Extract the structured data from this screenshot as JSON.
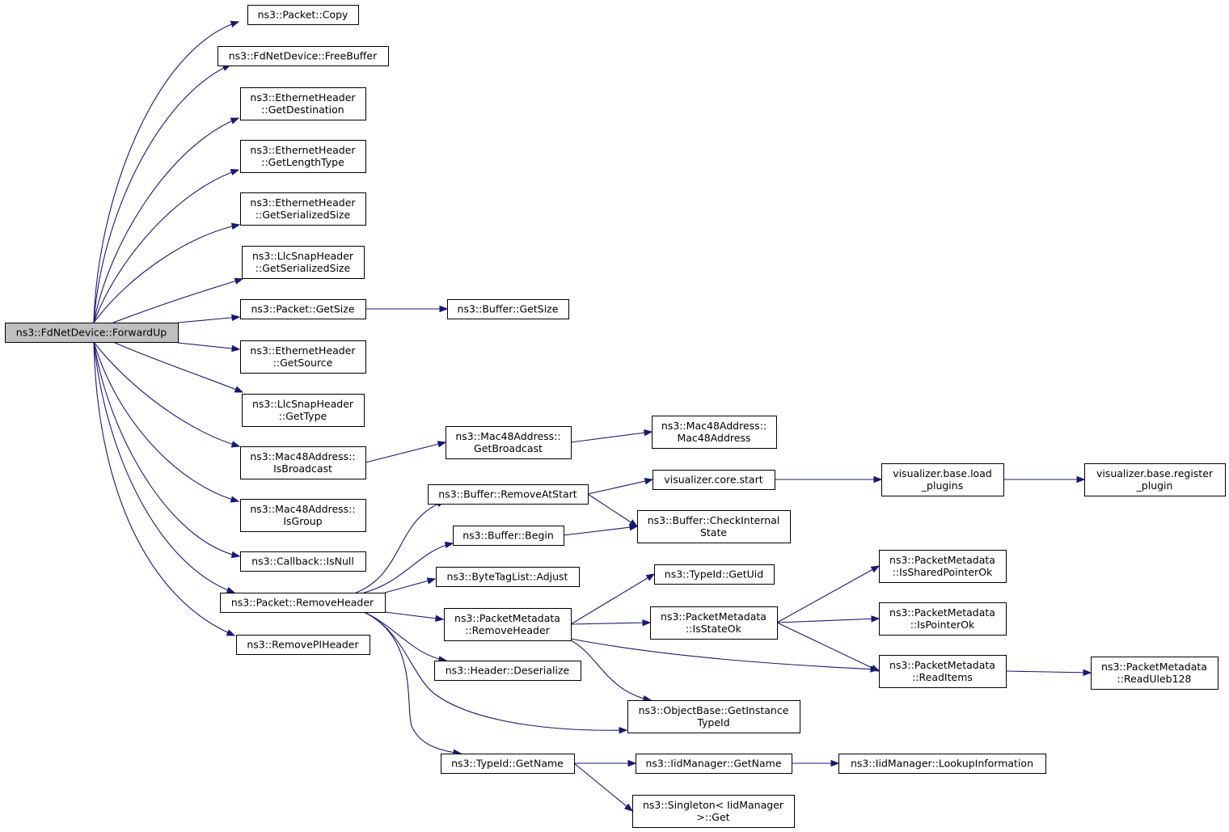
{
  "nodes": [
    {
      "id": "forwardup",
      "lines": [
        "ns3::FdNetDevice::ForwardUp"
      ],
      "root": true
    },
    {
      "id": "copy",
      "lines": [
        "ns3::Packet::Copy"
      ]
    },
    {
      "id": "freebuffer",
      "lines": [
        "ns3::FdNetDevice::FreeBuffer"
      ]
    },
    {
      "id": "eth_getdest",
      "lines": [
        "ns3::EthernetHeader",
        "::GetDestination"
      ]
    },
    {
      "id": "eth_getlen",
      "lines": [
        "ns3::EthernetHeader",
        "::GetLengthType"
      ]
    },
    {
      "id": "eth_getser",
      "lines": [
        "ns3::EthernetHeader",
        "::GetSerializedSize"
      ]
    },
    {
      "id": "llc_getser",
      "lines": [
        "ns3::LlcSnapHeader",
        "::GetSerializedSize"
      ]
    },
    {
      "id": "pkt_getsize",
      "lines": [
        "ns3::Packet::GetSize"
      ]
    },
    {
      "id": "buf_getsize",
      "lines": [
        "ns3::Buffer::GetSize"
      ]
    },
    {
      "id": "eth_getsrc",
      "lines": [
        "ns3::EthernetHeader",
        "::GetSource"
      ]
    },
    {
      "id": "llc_gettype",
      "lines": [
        "ns3::LlcSnapHeader",
        "::GetType"
      ]
    },
    {
      "id": "mac_isbcast",
      "lines": [
        "ns3::Mac48Address::",
        "IsBroadcast"
      ]
    },
    {
      "id": "mac_getbcast",
      "lines": [
        "ns3::Mac48Address::",
        "GetBroadcast"
      ]
    },
    {
      "id": "mac_ctor",
      "lines": [
        "ns3::Mac48Address::",
        "Mac48Address"
      ]
    },
    {
      "id": "mac_isgroup",
      "lines": [
        "ns3::Mac48Address::",
        "IsGroup"
      ]
    },
    {
      "id": "cb_isnull",
      "lines": [
        "ns3::Callback::IsNull"
      ]
    },
    {
      "id": "pkt_removeheader",
      "lines": [
        "ns3::Packet::RemoveHeader"
      ]
    },
    {
      "id": "removepi",
      "lines": [
        "ns3::RemovePIHeader"
      ]
    },
    {
      "id": "buf_removeatstart",
      "lines": [
        "ns3::Buffer::RemoveAtStart"
      ]
    },
    {
      "id": "vis_core_start",
      "lines": [
        "visualizer.core.start"
      ]
    },
    {
      "id": "vis_load",
      "lines": [
        "visualizer.base.load",
        "_plugins"
      ]
    },
    {
      "id": "vis_register",
      "lines": [
        "visualizer.base.register",
        "_plugin"
      ]
    },
    {
      "id": "buf_checkinternal",
      "lines": [
        "ns3::Buffer::CheckInternal",
        "State"
      ]
    },
    {
      "id": "buf_begin",
      "lines": [
        "ns3::Buffer::Begin"
      ]
    },
    {
      "id": "btl_adjust",
      "lines": [
        "ns3::ByteTagList::Adjust"
      ]
    },
    {
      "id": "typeid_getuid",
      "lines": [
        "ns3::TypeId::GetUid"
      ]
    },
    {
      "id": "pm_issharedok",
      "lines": [
        "ns3::PacketMetadata",
        "::IsSharedPointerOk"
      ]
    },
    {
      "id": "pm_removeheader",
      "lines": [
        "ns3::PacketMetadata",
        "::RemoveHeader"
      ]
    },
    {
      "id": "pm_isstateok",
      "lines": [
        "ns3::PacketMetadata",
        "::IsStateOk"
      ]
    },
    {
      "id": "pm_ispointerok",
      "lines": [
        "ns3::PacketMetadata",
        "::IsPointerOk"
      ]
    },
    {
      "id": "hdr_deserialize",
      "lines": [
        "ns3::Header::Deserialize"
      ]
    },
    {
      "id": "pm_readitems",
      "lines": [
        "ns3::PacketMetadata",
        "::ReadItems"
      ]
    },
    {
      "id": "pm_readuleb",
      "lines": [
        "ns3::PacketMetadata",
        "::ReadUleb128"
      ]
    },
    {
      "id": "ob_getinstance",
      "lines": [
        "ns3::ObjectBase::GetInstance",
        "TypeId"
      ]
    },
    {
      "id": "typeid_getname",
      "lines": [
        "ns3::TypeId::GetName"
      ]
    },
    {
      "id": "iid_getname",
      "lines": [
        "ns3::IidManager::GetName"
      ]
    },
    {
      "id": "iid_lookup",
      "lines": [
        "ns3::IidManager::LookupInformation"
      ]
    },
    {
      "id": "singleton_get",
      "lines": [
        "ns3::Singleton< IidManager",
        ">::Get"
      ]
    }
  ],
  "edges": [
    [
      "forwardup",
      "copy"
    ],
    [
      "forwardup",
      "freebuffer"
    ],
    [
      "forwardup",
      "eth_getdest"
    ],
    [
      "forwardup",
      "eth_getlen"
    ],
    [
      "forwardup",
      "eth_getser"
    ],
    [
      "forwardup",
      "llc_getser"
    ],
    [
      "forwardup",
      "pkt_getsize"
    ],
    [
      "forwardup",
      "eth_getsrc"
    ],
    [
      "forwardup",
      "llc_gettype"
    ],
    [
      "forwardup",
      "mac_isbcast"
    ],
    [
      "forwardup",
      "mac_isgroup"
    ],
    [
      "forwardup",
      "cb_isnull"
    ],
    [
      "forwardup",
      "pkt_removeheader"
    ],
    [
      "forwardup",
      "removepi"
    ],
    [
      "pkt_getsize",
      "buf_getsize"
    ],
    [
      "mac_isbcast",
      "mac_getbcast"
    ],
    [
      "mac_getbcast",
      "mac_ctor"
    ],
    [
      "pkt_removeheader",
      "buf_removeatstart"
    ],
    [
      "pkt_removeheader",
      "buf_begin"
    ],
    [
      "pkt_removeheader",
      "btl_adjust"
    ],
    [
      "pkt_removeheader",
      "pm_removeheader"
    ],
    [
      "pkt_removeheader",
      "hdr_deserialize"
    ],
    [
      "pkt_removeheader",
      "ob_getinstance"
    ],
    [
      "pkt_removeheader",
      "typeid_getname"
    ],
    [
      "buf_removeatstart",
      "vis_core_start"
    ],
    [
      "buf_removeatstart",
      "buf_checkinternal"
    ],
    [
      "vis_core_start",
      "vis_load"
    ],
    [
      "vis_load",
      "vis_register"
    ],
    [
      "buf_begin",
      "buf_checkinternal"
    ],
    [
      "pm_removeheader",
      "typeid_getuid"
    ],
    [
      "pm_removeheader",
      "pm_isstateok"
    ],
    [
      "pm_removeheader",
      "pm_readitems"
    ],
    [
      "pm_removeheader",
      "ob_getinstance"
    ],
    [
      "pm_isstateok",
      "pm_issharedok"
    ],
    [
      "pm_isstateok",
      "pm_ispointerok"
    ],
    [
      "pm_isstateok",
      "pm_readitems"
    ],
    [
      "pm_readitems",
      "pm_readuleb"
    ],
    [
      "typeid_getname",
      "iid_getname"
    ],
    [
      "typeid_getname",
      "singleton_get"
    ],
    [
      "iid_getname",
      "iid_lookup"
    ]
  ]
}
